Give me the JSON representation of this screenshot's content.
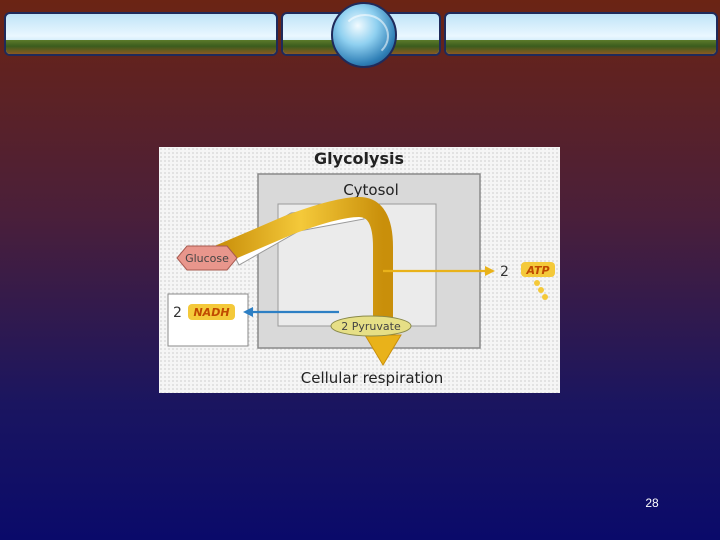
{
  "diagram": {
    "title": "Glycolysis",
    "compartment": "Cytosol",
    "input": "Glucose",
    "intermediate": "2 Pyruvate",
    "output": "Cellular respiration",
    "atp": {
      "count": "2",
      "label": "ATP"
    },
    "nadh": {
      "count": "2",
      "label": "NADH"
    }
  },
  "slide": {
    "page_number": "28"
  },
  "colors": {
    "arrow_main": "#e9b21a",
    "arrow_blue": "#2d7fc4",
    "glucose": "#e8968c",
    "pyruvate": "#e6df86"
  }
}
